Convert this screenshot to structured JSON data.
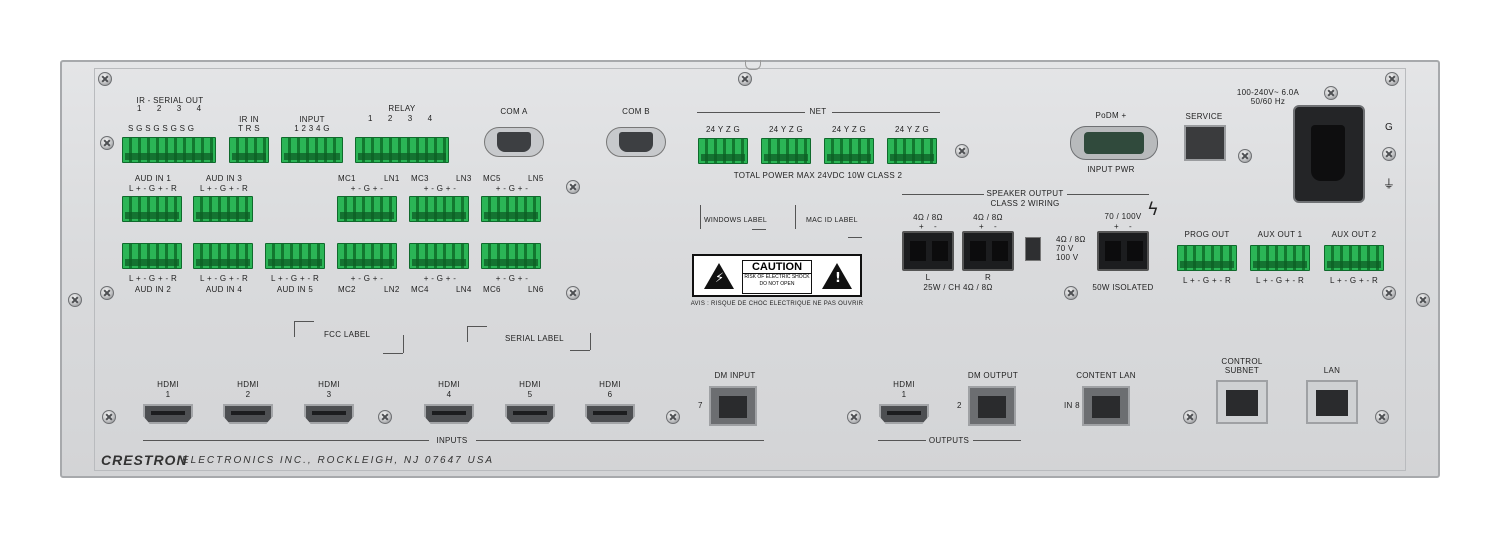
{
  "ir_serial_out": {
    "title": "IR - SERIAL OUT",
    "nums": "1      2      3      4",
    "pins": "S G S G S G S G"
  },
  "ir_in": {
    "title": "IR IN",
    "pins": "T R S"
  },
  "input": {
    "title": "INPUT",
    "pins": "1 2 3 4 G"
  },
  "relay": {
    "title": "RELAY",
    "nums": "1      2      3      4"
  },
  "com_a": "COM A",
  "com_b": "COM B",
  "net": {
    "title": "NET",
    "pins": "24 Y Z G",
    "power": "TOTAL POWER MAX 24VDC 10W CLASS 2"
  },
  "podm": {
    "title": "PoDM +",
    "sub": "INPUT PWR"
  },
  "service": "SERVICE",
  "power_rating": "100-240V~ 6.0A\n50/60 Hz",
  "ground": "G",
  "aud": {
    "in1": "AUD IN 1",
    "in3": "AUD IN 3",
    "pins_top": "L +  -  G  +  -  R",
    "in2": "AUD IN 2",
    "in4": "AUD IN 4",
    "in5": "AUD IN 5",
    "pins_bot": "L +  -  G  +  -  R"
  },
  "mic": {
    "mc1": "MC1",
    "ln1": "LN1",
    "mc3": "MC3",
    "ln3": "LN3",
    "mc5": "MC5",
    "ln5": "LN5",
    "pins_top": "+  -  G  +  -",
    "mc2": "MC2",
    "ln2": "LN2",
    "mc4": "MC4",
    "ln4": "LN4",
    "mc6": "MC6",
    "ln6": "LN6",
    "pins_bot": "+  -  G  +  -"
  },
  "windows_label": "WINDOWS LABEL",
  "mac_label": "MAC ID LABEL",
  "caution": {
    "title": "CAUTION",
    "line1": "RISK OF ELECTRIC SHOCK",
    "line2": "DO NOT OPEN",
    "avis": "AVIS : RISQUE DE CHOC ELECTRIQUE NE PAS OUVRIR"
  },
  "speaker": {
    "title": "SPEAKER OUTPUT",
    "sub": "CLASS 2 WIRING",
    "ohm": "4Ω / 8Ω",
    "l": "L",
    "r": "R",
    "watts": "25W / CH 4Ω / 8Ω",
    "sw1": "4Ω / 8Ω",
    "sw2": "70 V",
    "sw3": "100 V",
    "v70": "70 / 100V",
    "isolated": "50W ISOLATED",
    "pm": "+    -"
  },
  "prog_out": "PROG OUT",
  "aux_out_1": "AUX OUT 1",
  "aux_out_2": "AUX OUT 2",
  "out_pins": "L +  -  G  +  -  R",
  "fcc_label": "FCC LABEL",
  "serial_label": "SERIAL LABEL",
  "hdmi_in": [
    {
      "t": "HDMI",
      "n": "1"
    },
    {
      "t": "HDMI",
      "n": "2"
    },
    {
      "t": "HDMI",
      "n": "3"
    },
    {
      "t": "HDMI",
      "n": "4"
    },
    {
      "t": "HDMI",
      "n": "5"
    },
    {
      "t": "HDMI",
      "n": "6"
    }
  ],
  "dm_input": {
    "title": "DM INPUT",
    "num": "7"
  },
  "hdmi_out": {
    "t": "HDMI",
    "n": "1"
  },
  "dm_output": {
    "title": "DM OUTPUT",
    "num": "2"
  },
  "content_lan": {
    "title": "CONTENT LAN",
    "num": "IN 8"
  },
  "control_subnet": "CONTROL\nSUBNET",
  "lan": "LAN",
  "inputs": "INPUTS",
  "outputs": "OUTPUTS",
  "brand": "CRESTRON",
  "brand_sub": "ELECTRONICS INC., ROCKLEIGH, NJ 07647   USA",
  "colors": {
    "terminal_green": "#2bb556",
    "panel": "#dadbdd"
  }
}
